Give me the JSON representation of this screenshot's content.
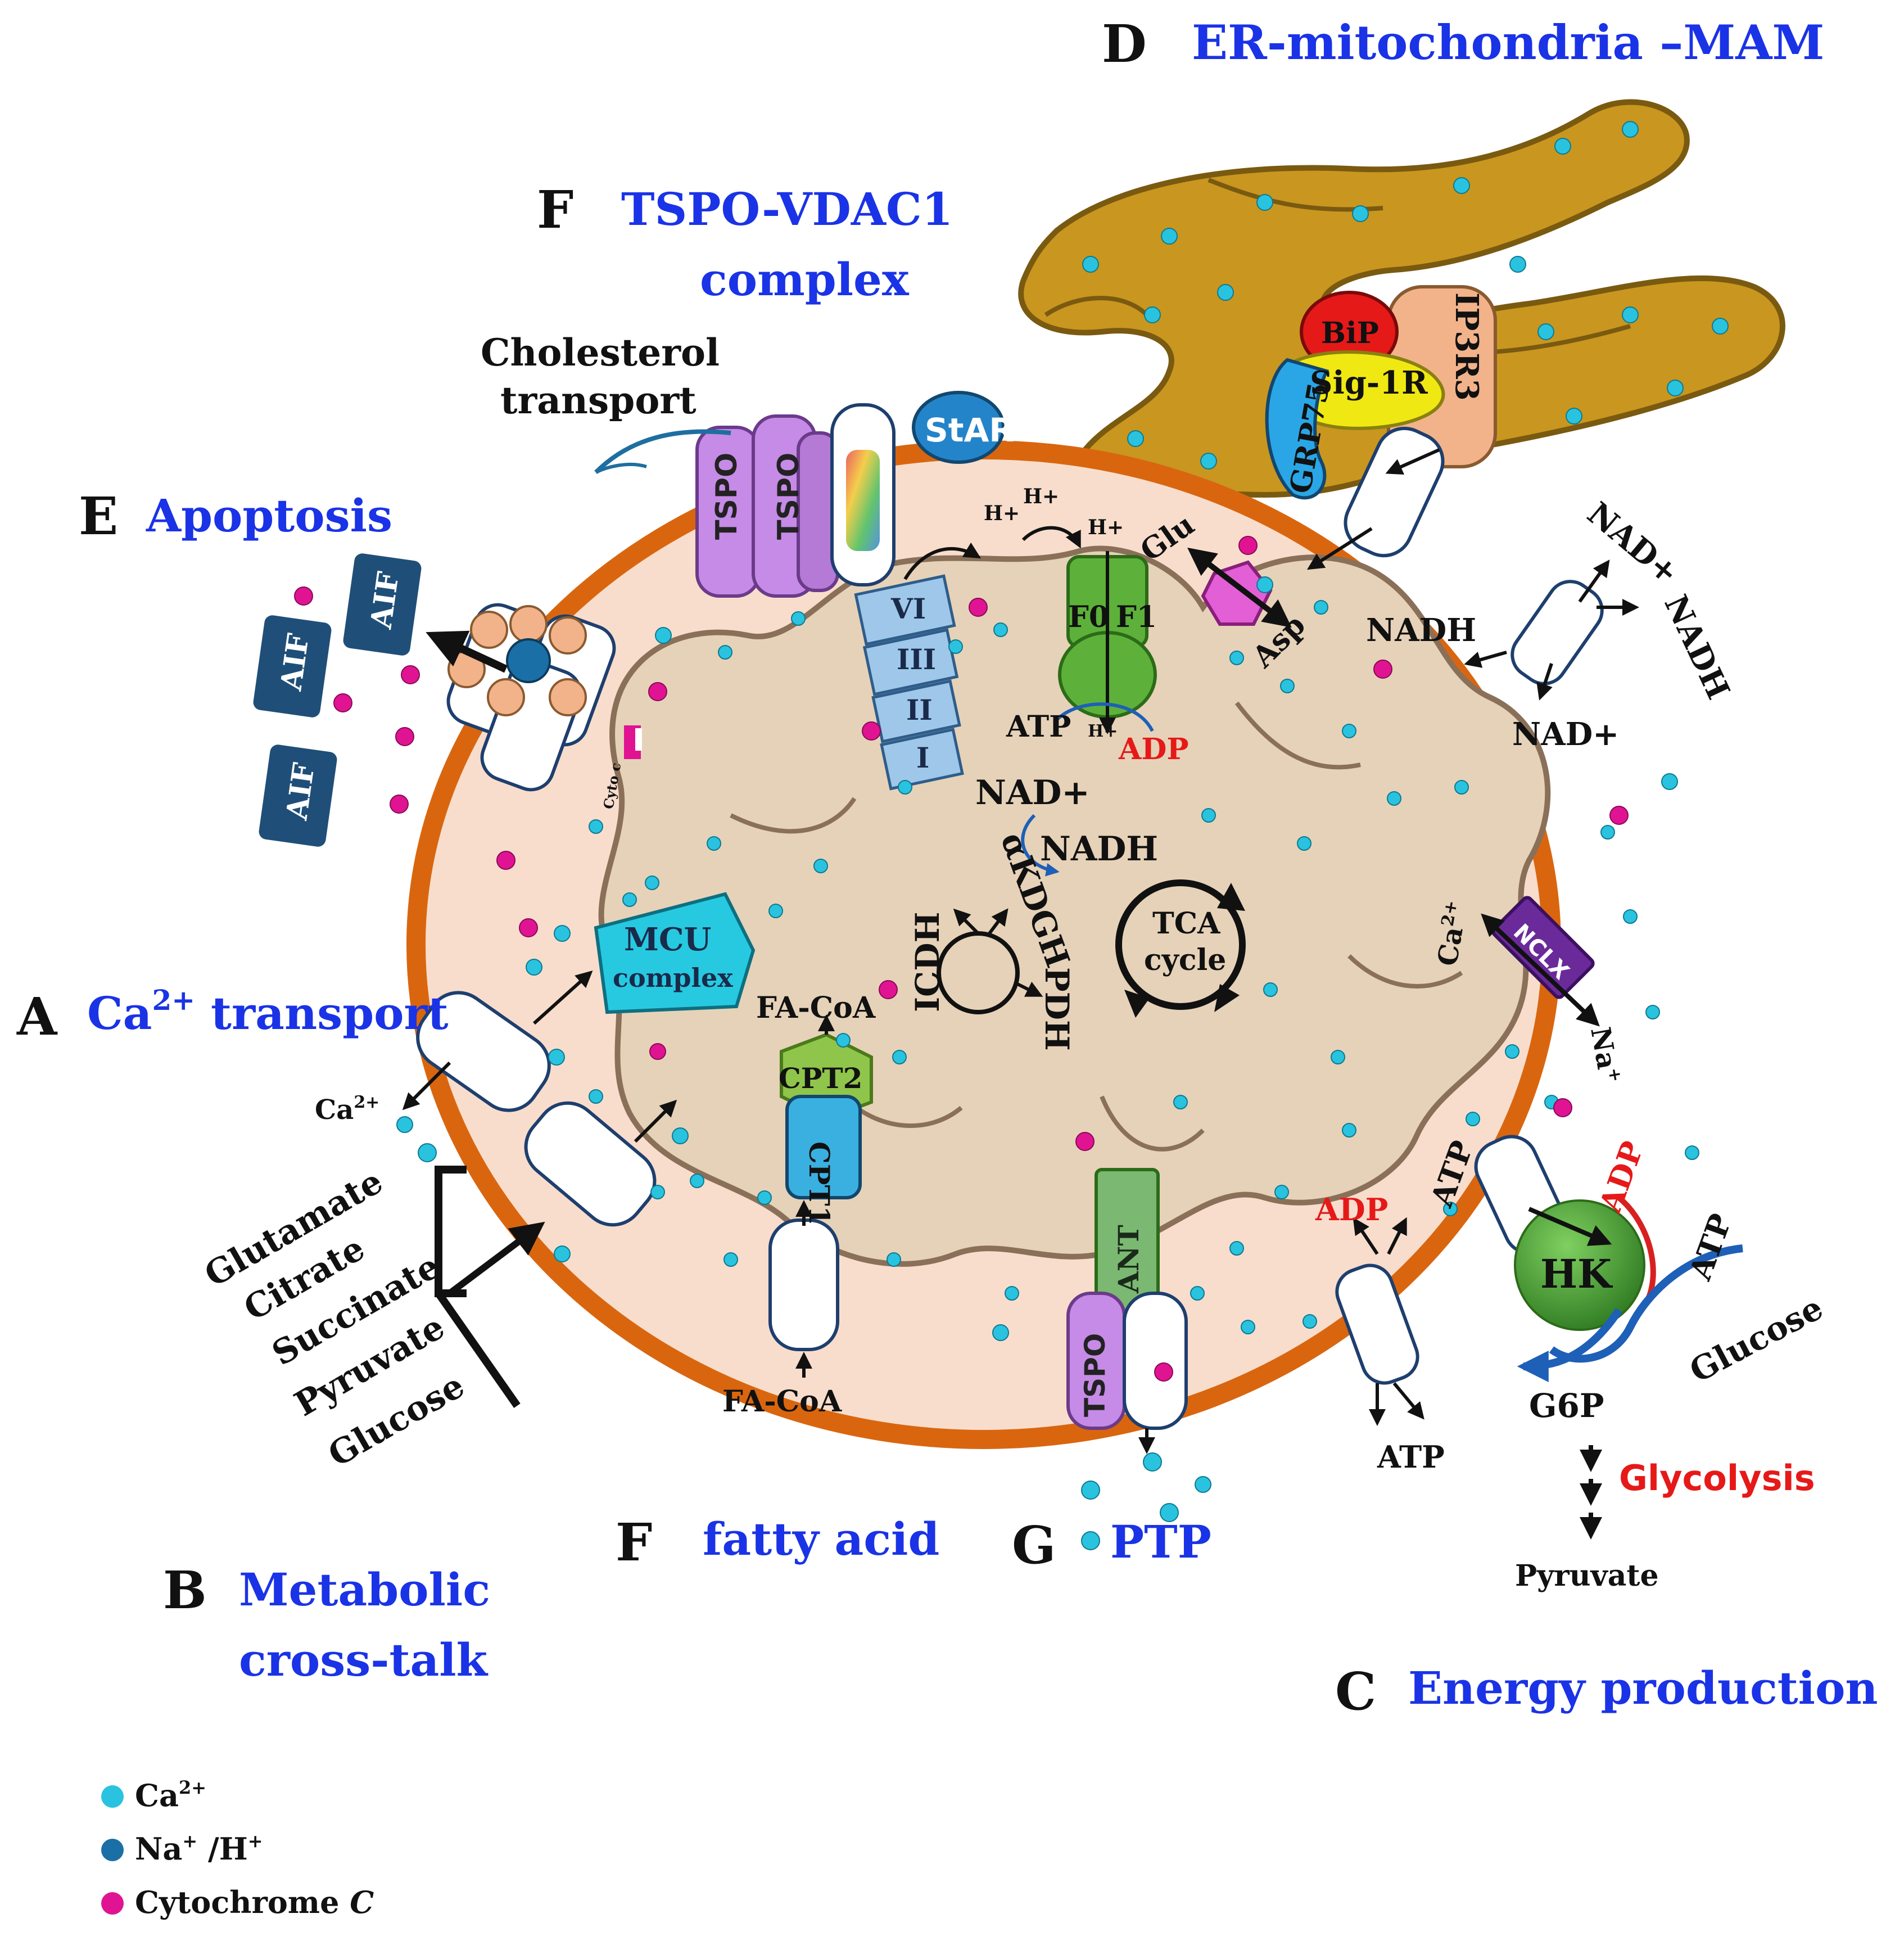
{
  "colors": {
    "section_blue": "#1a33e6",
    "label_black": "#111111",
    "accent_red": "#e61919",
    "outer_membrane": "#d9660f",
    "intermembrane": "#f8ddcc",
    "matrix": "#e6d2b8",
    "er": "#c9961f",
    "calcium": "#29c3e0",
    "cytochrome": "#e01493",
    "sodium_proton": "#1a6fa6",
    "aif": "#1f4f78",
    "tspo": "#c58be6",
    "star": "#2484c9",
    "atp_synthase": "#5db13a",
    "bip": "#e61919",
    "sig1r": "#f0e812",
    "grp75": "#2aa6e6",
    "ip3r3": "#f2b38a",
    "mcu": "#27c9e0",
    "cpt2": "#8fc54a",
    "cpt1": "#3ab0e0",
    "ant": "#7bb872",
    "nclx": "#6a2a9a",
    "hk": "#3f9a2e"
  },
  "sections": {
    "A": {
      "letter": "A",
      "title_base": "Ca",
      "title_sup": "2+",
      "title_rest": " transport"
    },
    "B": {
      "letter": "B",
      "title_line1": "Metabolic",
      "title_line2": "cross-talk"
    },
    "C": {
      "letter": "C",
      "title": "Energy production"
    },
    "D": {
      "letter": "D",
      "title": "ER-mitochondria –MAM"
    },
    "E": {
      "letter": "E",
      "title": "Apoptosis"
    },
    "F_top": {
      "letter": "F",
      "title_line1": "TSPO-VDAC1",
      "title_line2": "complex"
    },
    "F_bottom": {
      "letter": "F",
      "title": "fatty acid"
    },
    "G": {
      "letter": "G",
      "title": "PTP"
    }
  },
  "labels": {
    "cholesterol_line1": "Cholesterol",
    "cholesterol_line2": "transport",
    "tspo_a": "TSPO",
    "tspo_b": "TSPO",
    "tspo_c": "TSPO",
    "star": "StAR",
    "complex_vi": "VI",
    "complex_iii": "III",
    "complex_ii": "II",
    "complex_i": "I",
    "h_plus_1": "H+",
    "h_plus_2": "H+",
    "h_plus_3": "H+",
    "h_plus_4": "H+",
    "f0": "F0",
    "f1": "F1",
    "atp_synth": "ATP",
    "adp_synth": "ADP",
    "bip": "BiP",
    "sig1r": "Sig-1R",
    "ip3r3": "IP3R3",
    "grp75": "GRP75",
    "glu": "Glu",
    "asp": "Asp",
    "nad_plus_1": "NAD+",
    "nadh_1": "NADH",
    "nadh_2": "NADH",
    "nad_plus_2": "NAD+",
    "nad_plus_matrix": "NAD+",
    "nadh_matrix": "NADH",
    "icdh": "ICDH",
    "akdgh": "αKDGH",
    "pdh": "PDH",
    "tca_line1": "TCA",
    "tca_line2": "cycle",
    "aif_1": "AIF",
    "aif_2": "AIF",
    "aif_3": "AIF",
    "cyto_c_small": "Cyto c",
    "mcu_line1": "MCU",
    "mcu_line2": "complex",
    "ca_out": "Ca",
    "ca_out_sup": "2+",
    "fa_coa_top": "FA-CoA",
    "fa_coa_bottom": "FA-CoA",
    "cpt2": "CPT2",
    "cpt1": "CPT1",
    "ant": "ANT",
    "tspo_ptp": "TSPO",
    "nclx": "NCLX",
    "nclx_ca": "Ca",
    "nclx_ca_sup": "2+",
    "nclx_na": "Na",
    "nclx_na_sup": "+",
    "adp_red_1": "ADP",
    "atp_out": "ATP",
    "atp_hk_left": "ATP",
    "adp_hk": "ADP",
    "atp_hk_right": "ATP",
    "hk": "HK",
    "glucose": "Glucose",
    "g6p": "G6P",
    "glycolysis": "Glycolysis",
    "pyruvate_out": "Pyruvate",
    "metabolites": [
      "Glutamate",
      "Citrate",
      "Succinate",
      "Pyruvate",
      "Glucose"
    ]
  },
  "legend": [
    {
      "base": "Ca",
      "sup": "2+",
      "rest": "",
      "color": "#29c3e0"
    },
    {
      "base": "Na",
      "sup": "+",
      "rest": " /H",
      "sup2": "+",
      "color": "#1a6fa6"
    },
    {
      "base": "Cytochrome ",
      "italic": "C",
      "color": "#e01493"
    }
  ]
}
